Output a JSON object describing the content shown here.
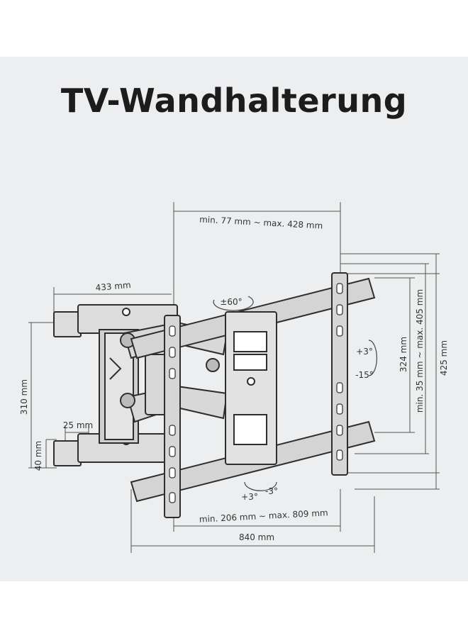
{
  "title": "TV-Wandhalterung",
  "dimensions": {
    "vesa_horizontal": "min. 77 mm ~ max. 428 mm",
    "arm_depth": "433 mm",
    "swivel": "±60°",
    "tilt_up": "+3°",
    "tilt_down": "-15°",
    "rail_height": "324 mm",
    "vesa_vertical": "min. 35 mm ~ max. 405 mm",
    "total_height": "425 mm",
    "wall_plate_height": "310 mm",
    "wall_offset": "25 mm",
    "min_depth": "40 mm",
    "level_plus": "+3°",
    "level_minus": "-3°",
    "rail_range": "min. 206 mm ~ max. 809 mm",
    "total_width": "840 mm"
  },
  "colors": {
    "panel": "#eceef0",
    "line": "#3a3a3a",
    "steel": "#d6d6d6"
  }
}
